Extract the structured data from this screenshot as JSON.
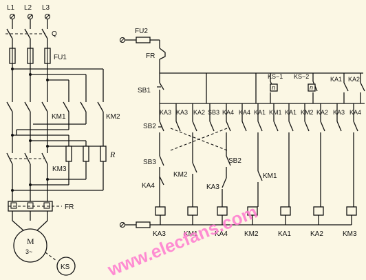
{
  "power": {
    "phases": [
      "L1",
      "L2",
      "L3"
    ],
    "switch": "Q",
    "fuse_main": "FU1",
    "contactor_a": "KM1",
    "contactor_b": "KM2",
    "contactor_c": "KM3",
    "resistor": "R",
    "overload": "FR",
    "motor_line1": "M",
    "motor_line2": "3~",
    "speed_relay": "KS"
  },
  "control": {
    "fuse": "FU2",
    "fr_contact": "FR",
    "sb1": "SB1",
    "sb2": "SB2",
    "sb3": "SB3",
    "sb2_lower": "SB2",
    "km2_contact": "KM2",
    "ka3_contact": "KA3",
    "ka4_contact": "KA4",
    "km1_contact": "KM1",
    "ks1": "KS−1",
    "ks2": "KS−2",
    "ks_mark_1": "n",
    "ks_mark_2": "n",
    "top_labels": [
      "KA1",
      "KA2"
    ],
    "row_labels": [
      "KA3",
      "KA3",
      "KA2",
      "SB3",
      "KA4",
      "KA4",
      "KA1",
      "KM1",
      "KA1",
      "KM2",
      "KA2",
      "KA3",
      "KA4"
    ],
    "coils": [
      "KA3",
      "KM1",
      "KA4",
      "KM2",
      "KA1",
      "KA2",
      "KM3"
    ]
  },
  "watermark": "www.elecfans.com"
}
